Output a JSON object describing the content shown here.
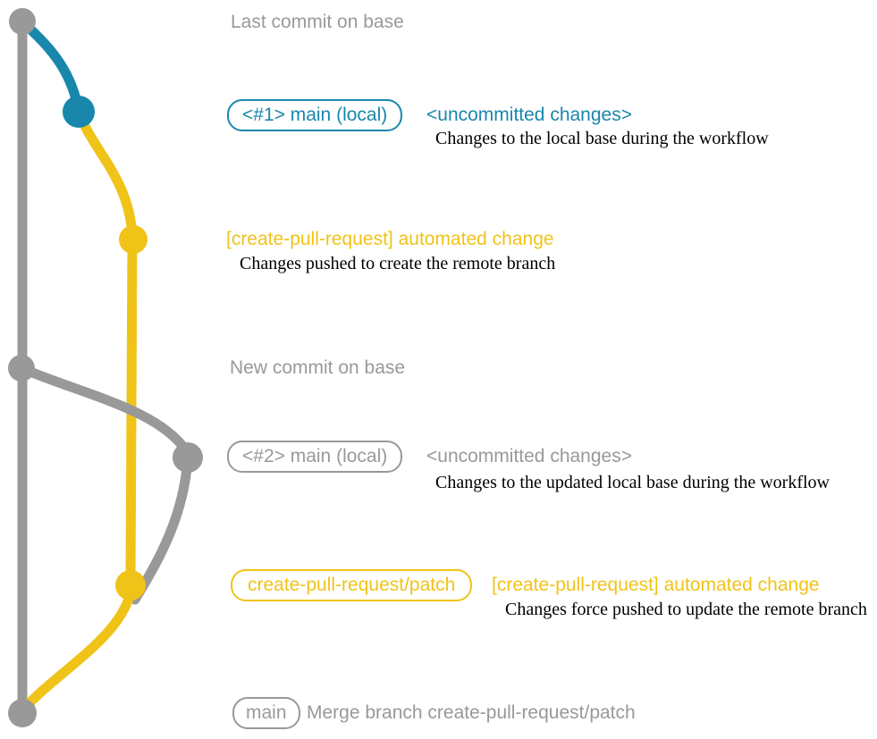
{
  "colors": {
    "gray": "#999999",
    "blue": "#1987AC",
    "yellow": "#F0C319",
    "text": "#000000",
    "background": "#FFFFFF"
  },
  "graph": {
    "type": "git-branch-diagram",
    "branches": [
      {
        "name": "base",
        "color": "gray"
      },
      {
        "name": "main-local",
        "color": "blue"
      },
      {
        "name": "create-pull-request-patch",
        "color": "yellow"
      }
    ],
    "nodes": [
      {
        "id": "last-commit-on-base",
        "color": "gray"
      },
      {
        "id": "main-local-commit-1",
        "color": "blue"
      },
      {
        "id": "pr-branch-commit-1",
        "color": "yellow"
      },
      {
        "id": "new-commit-on-base",
        "color": "gray"
      },
      {
        "id": "main-local-commit-2",
        "color": "gray"
      },
      {
        "id": "pr-branch-commit-2",
        "color": "yellow"
      },
      {
        "id": "merge-commit",
        "color": "gray"
      }
    ]
  },
  "rows": [
    {
      "title": "Last commit on base"
    },
    {
      "badge": "<#1> main (local)",
      "title": "<uncommitted changes>",
      "desc": "Changes to the local base during the workflow"
    },
    {
      "title": "[create-pull-request] automated change",
      "desc": "Changes pushed to create the remote branch"
    },
    {
      "title": "New commit on base"
    },
    {
      "badge": "<#2> main (local)",
      "title": "<uncommitted changes>",
      "desc": "Changes to the updated local base during the workflow"
    },
    {
      "badge": "create-pull-request/patch",
      "title": "[create-pull-request] automated change",
      "desc": "Changes force pushed to update the remote branch"
    },
    {
      "badge": "main",
      "title": "Merge branch create-pull-request/patch"
    }
  ]
}
